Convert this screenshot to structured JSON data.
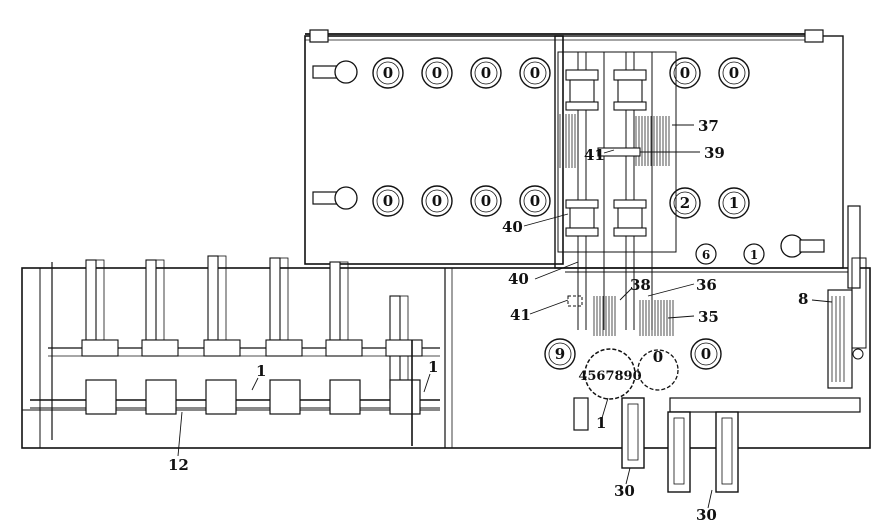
{
  "figure": {
    "labels": {
      "l37": "37",
      "l39": "39",
      "l41_top": "41",
      "l40_top": "40",
      "l40_mid": "40",
      "l41_mid": "41",
      "l38": "38",
      "l36": "36",
      "l35": "35",
      "l8": "8",
      "l1_a": "1",
      "l1_b": "1",
      "l1_c": "1",
      "l12": "12",
      "l30_a": "30",
      "l30_b": "30"
    },
    "register_top_row": [
      "0",
      "0",
      "0",
      "0",
      "0",
      "0"
    ],
    "register_bottom_row": [
      "0",
      "0",
      "0",
      "0",
      "2",
      "1"
    ],
    "lower_small": [
      "6",
      "1"
    ],
    "result_left": "9",
    "result_right": "0",
    "wheel_digits": "4567890",
    "wheel_small": "0"
  }
}
